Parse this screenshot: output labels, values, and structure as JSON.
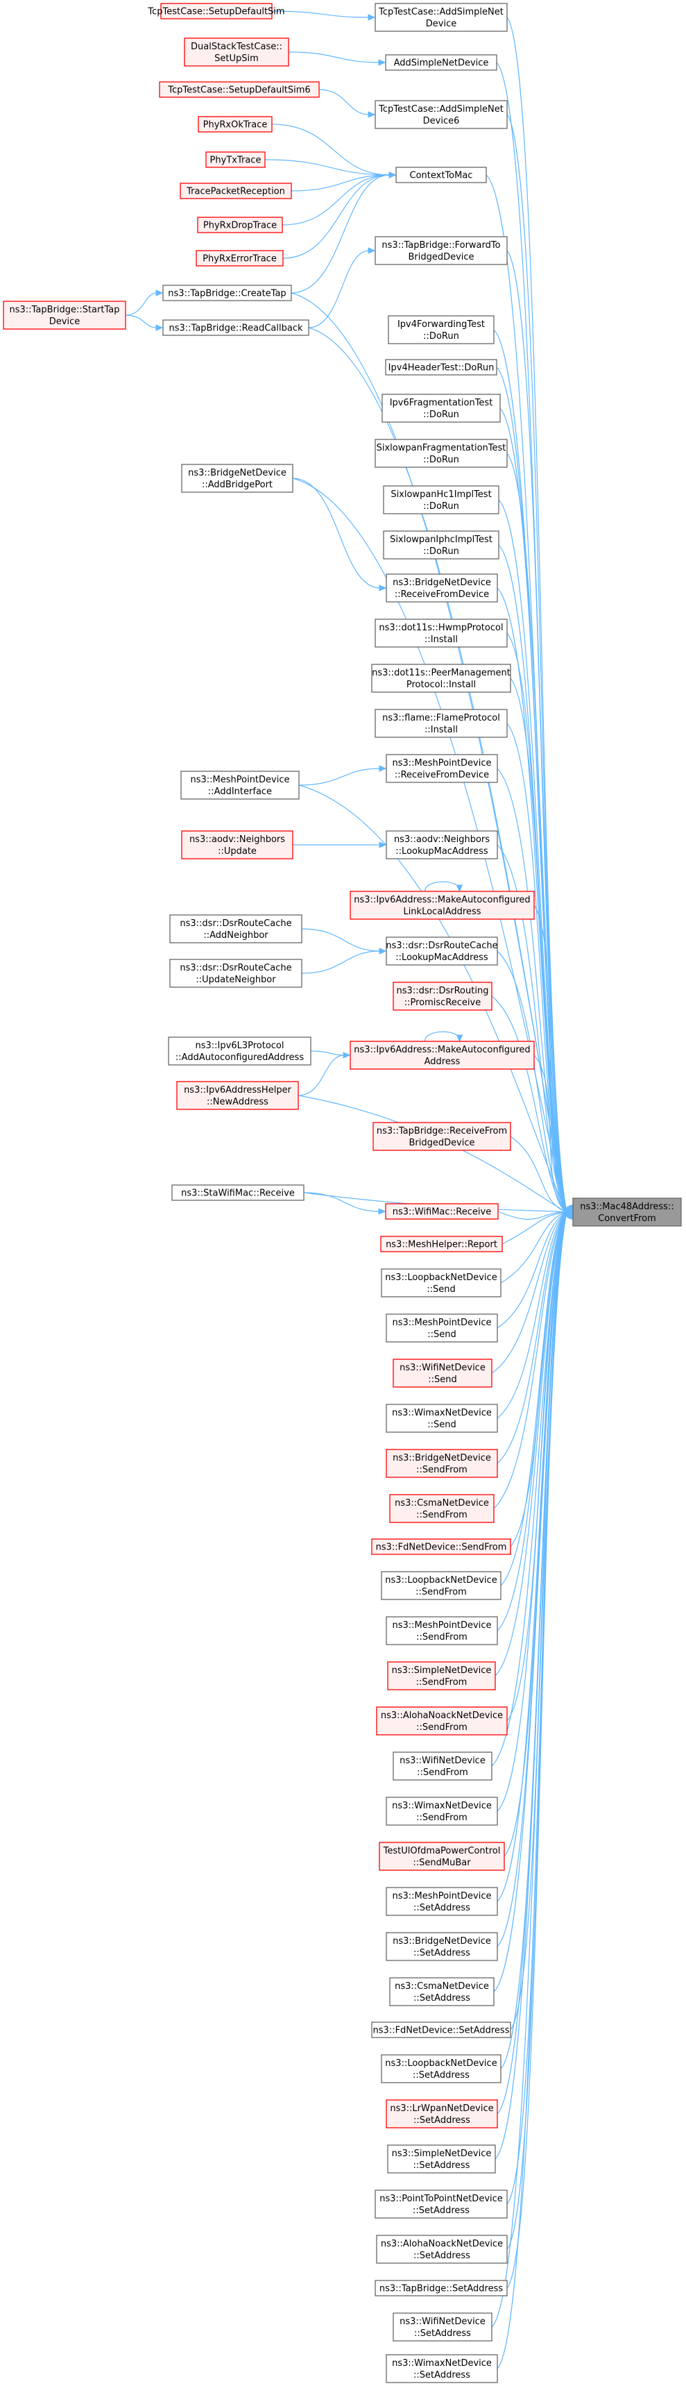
{
  "target": {
    "id": "mac48",
    "lines": [
      "ns3::Mac48Address::",
      "ConvertFrom"
    ],
    "style": "gray"
  },
  "nodes": [
    {
      "id": "n1",
      "lines": [
        "TcpTestCase::SetupDefaultSim"
      ],
      "style": "red"
    },
    {
      "id": "n2",
      "lines": [
        "TcpTestCase::AddSimpleNet",
        "Device"
      ],
      "style": "black"
    },
    {
      "id": "n3",
      "lines": [
        "DualStackTestCase::",
        "SetUpSim"
      ],
      "style": "red"
    },
    {
      "id": "n4",
      "lines": [
        "AddSimpleNetDevice"
      ],
      "style": "black"
    },
    {
      "id": "n5",
      "lines": [
        "TcpTestCase::SetupDefaultSim6"
      ],
      "style": "red"
    },
    {
      "id": "n6",
      "lines": [
        "TcpTestCase::AddSimpleNet",
        "Device6"
      ],
      "style": "black"
    },
    {
      "id": "n7",
      "lines": [
        "PhyRxOkTrace"
      ],
      "style": "red"
    },
    {
      "id": "n8",
      "lines": [
        "PhyTxTrace"
      ],
      "style": "red"
    },
    {
      "id": "n9",
      "lines": [
        "TracePacketReception"
      ],
      "style": "red"
    },
    {
      "id": "n10",
      "lines": [
        "PhyRxDropTrace"
      ],
      "style": "red"
    },
    {
      "id": "n11",
      "lines": [
        "PhyRxErrorTrace"
      ],
      "style": "red"
    },
    {
      "id": "n12",
      "lines": [
        "ContextToMac"
      ],
      "style": "black"
    },
    {
      "id": "n13",
      "lines": [
        "ns3::TapBridge::StartTap",
        "Device"
      ],
      "style": "red"
    },
    {
      "id": "n14",
      "lines": [
        "ns3::TapBridge::CreateTap"
      ],
      "style": "black"
    },
    {
      "id": "n15",
      "lines": [
        "ns3::TapBridge::ReadCallback"
      ],
      "style": "black"
    },
    {
      "id": "n16",
      "lines": [
        "ns3::TapBridge::ForwardTo",
        "BridgedDevice"
      ],
      "style": "black"
    },
    {
      "id": "n17",
      "lines": [
        "Ipv4ForwardingTest",
        "::DoRun"
      ],
      "style": "black"
    },
    {
      "id": "n18",
      "lines": [
        "Ipv4HeaderTest::DoRun"
      ],
      "style": "black"
    },
    {
      "id": "n19",
      "lines": [
        "Ipv6FragmentationTest",
        "::DoRun"
      ],
      "style": "black"
    },
    {
      "id": "n20",
      "lines": [
        "SixlowpanFragmentationTest",
        "::DoRun"
      ],
      "style": "black"
    },
    {
      "id": "n21",
      "lines": [
        "SixlowpanHc1ImplTest",
        "::DoRun"
      ],
      "style": "black"
    },
    {
      "id": "n22",
      "lines": [
        "SixlowpanIphcImplTest",
        "::DoRun"
      ],
      "style": "black"
    },
    {
      "id": "n23",
      "lines": [
        "ns3::BridgeNetDevice",
        "::AddBridgePort"
      ],
      "style": "black"
    },
    {
      "id": "n24",
      "lines": [
        "ns3::BridgeNetDevice",
        "::ReceiveFromDevice"
      ],
      "style": "black"
    },
    {
      "id": "n25",
      "lines": [
        "ns3::dot11s::HwmpProtocol",
        "::Install"
      ],
      "style": "black"
    },
    {
      "id": "n26",
      "lines": [
        "ns3::dot11s::PeerManagement",
        "Protocol::Install"
      ],
      "style": "black"
    },
    {
      "id": "n27",
      "lines": [
        "ns3::flame::FlameProtocol",
        "::Install"
      ],
      "style": "black"
    },
    {
      "id": "n28",
      "lines": [
        "ns3::MeshPointDevice",
        "::AddInterface"
      ],
      "style": "black"
    },
    {
      "id": "n29",
      "lines": [
        "ns3::MeshPointDevice",
        "::ReceiveFromDevice"
      ],
      "style": "black"
    },
    {
      "id": "n30",
      "lines": [
        "ns3::aodv::Neighbors",
        "::Update"
      ],
      "style": "red"
    },
    {
      "id": "n31",
      "lines": [
        "ns3::aodv::Neighbors",
        "::LookupMacAddress"
      ],
      "style": "black"
    },
    {
      "id": "n32",
      "lines": [
        "ns3::Ipv6Address::MakeAutoconfigured",
        "LinkLocalAddress"
      ],
      "style": "red"
    },
    {
      "id": "n33",
      "lines": [
        "ns3::dsr::DsrRouteCache",
        "::AddNeighbor"
      ],
      "style": "black"
    },
    {
      "id": "n34",
      "lines": [
        "ns3::dsr::DsrRouteCache",
        "::UpdateNeighbor"
      ],
      "style": "black"
    },
    {
      "id": "n35",
      "lines": [
        "ns3::dsr::DsrRouteCache",
        "::LookupMacAddress"
      ],
      "style": "black"
    },
    {
      "id": "n36",
      "lines": [
        "ns3::dsr::DsrRouting",
        "::PromiscReceive"
      ],
      "style": "red"
    },
    {
      "id": "n37",
      "lines": [
        "ns3::Ipv6L3Protocol",
        "::AddAutoconfiguredAddress"
      ],
      "style": "black"
    },
    {
      "id": "n38",
      "lines": [
        "ns3::Ipv6AddressHelper",
        "::NewAddress"
      ],
      "style": "red"
    },
    {
      "id": "n39",
      "lines": [
        "ns3::Ipv6Address::MakeAutoconfigured",
        "Address"
      ],
      "style": "red"
    },
    {
      "id": "n40",
      "lines": [
        "ns3::TapBridge::ReceiveFrom",
        "BridgedDevice"
      ],
      "style": "red"
    },
    {
      "id": "n41",
      "lines": [
        "ns3::StaWifiMac::Receive"
      ],
      "style": "black"
    },
    {
      "id": "n42",
      "lines": [
        "ns3::WifiMac::Receive"
      ],
      "style": "red"
    },
    {
      "id": "n43",
      "lines": [
        "ns3::MeshHelper::Report"
      ],
      "style": "red"
    },
    {
      "id": "n44",
      "lines": [
        "ns3::LoopbackNetDevice",
        "::Send"
      ],
      "style": "black"
    },
    {
      "id": "n45",
      "lines": [
        "ns3::MeshPointDevice",
        "::Send"
      ],
      "style": "black"
    },
    {
      "id": "n46",
      "lines": [
        "ns3::WifiNetDevice",
        "::Send"
      ],
      "style": "red"
    },
    {
      "id": "n47",
      "lines": [
        "ns3::WimaxNetDevice",
        "::Send"
      ],
      "style": "black"
    },
    {
      "id": "n48",
      "lines": [
        "ns3::BridgeNetDevice",
        "::SendFrom"
      ],
      "style": "red"
    },
    {
      "id": "n49",
      "lines": [
        "ns3::CsmaNetDevice",
        "::SendFrom"
      ],
      "style": "red"
    },
    {
      "id": "n50",
      "lines": [
        "ns3::FdNetDevice::SendFrom"
      ],
      "style": "red"
    },
    {
      "id": "n51",
      "lines": [
        "ns3::LoopbackNetDevice",
        "::SendFrom"
      ],
      "style": "black"
    },
    {
      "id": "n52",
      "lines": [
        "ns3::MeshPointDevice",
        "::SendFrom"
      ],
      "style": "black"
    },
    {
      "id": "n53",
      "lines": [
        "ns3::SimpleNetDevice",
        "::SendFrom"
      ],
      "style": "red"
    },
    {
      "id": "n54",
      "lines": [
        "ns3::AlohaNoackNetDevice",
        "::SendFrom"
      ],
      "style": "red"
    },
    {
      "id": "n55",
      "lines": [
        "ns3::WifiNetDevice",
        "::SendFrom"
      ],
      "style": "black"
    },
    {
      "id": "n56",
      "lines": [
        "ns3::WimaxNetDevice",
        "::SendFrom"
      ],
      "style": "black"
    },
    {
      "id": "n57",
      "lines": [
        "TestUlOfdmaPowerControl",
        "::SendMuBar"
      ],
      "style": "red"
    },
    {
      "id": "n58",
      "lines": [
        "ns3::MeshPointDevice",
        "::SetAddress"
      ],
      "style": "black"
    },
    {
      "id": "n59",
      "lines": [
        "ns3::BridgeNetDevice",
        "::SetAddress"
      ],
      "style": "black"
    },
    {
      "id": "n60",
      "lines": [
        "ns3::CsmaNetDevice",
        "::SetAddress"
      ],
      "style": "black"
    },
    {
      "id": "n61",
      "lines": [
        "ns3::FdNetDevice::SetAddress"
      ],
      "style": "black"
    },
    {
      "id": "n62",
      "lines": [
        "ns3::LoopbackNetDevice",
        "::SetAddress"
      ],
      "style": "black"
    },
    {
      "id": "n63",
      "lines": [
        "ns3::LrWpanNetDevice",
        "::SetAddress"
      ],
      "style": "red"
    },
    {
      "id": "n64",
      "lines": [
        "ns3::SimpleNetDevice",
        "::SetAddress"
      ],
      "style": "black"
    },
    {
      "id": "n65",
      "lines": [
        "ns3::PointToPointNetDevice",
        "::SetAddress"
      ],
      "style": "black"
    },
    {
      "id": "n66",
      "lines": [
        "ns3::AlohaNoackNetDevice",
        "::SetAddress"
      ],
      "style": "black"
    },
    {
      "id": "n67",
      "lines": [
        "ns3::TapBridge::SetAddress"
      ],
      "style": "black"
    },
    {
      "id": "n68",
      "lines": [
        "ns3::WifiNetDevice",
        "::SetAddress"
      ],
      "style": "black"
    },
    {
      "id": "n69",
      "lines": [
        "ns3::WimaxNetDevice",
        "::SetAddress"
      ],
      "style": "black"
    }
  ],
  "edges": [
    [
      "n1",
      "n2"
    ],
    [
      "n3",
      "n4"
    ],
    [
      "n5",
      "n6"
    ],
    [
      "n7",
      "n12"
    ],
    [
      "n8",
      "n12"
    ],
    [
      "n9",
      "n12"
    ],
    [
      "n10",
      "n12"
    ],
    [
      "n11",
      "n12"
    ],
    [
      "n13",
      "n14"
    ],
    [
      "n13",
      "n15"
    ],
    [
      "n15",
      "n16"
    ],
    [
      "n14",
      "n12"
    ],
    [
      "n23",
      "n24"
    ],
    [
      "n28",
      "n29"
    ],
    [
      "n30",
      "n31"
    ],
    [
      "n32",
      "n32"
    ],
    [
      "n33",
      "n35"
    ],
    [
      "n34",
      "n35"
    ],
    [
      "n37",
      "n39"
    ],
    [
      "n38",
      "n39"
    ],
    [
      "n39",
      "n39"
    ],
    [
      "n41",
      "n42"
    ],
    [
      "n2",
      "mac48"
    ],
    [
      "n4",
      "mac48"
    ],
    [
      "n6",
      "mac48"
    ],
    [
      "n12",
      "mac48"
    ],
    [
      "n14",
      "mac48"
    ],
    [
      "n15",
      "mac48"
    ],
    [
      "n16",
      "mac48"
    ],
    [
      "n17",
      "mac48"
    ],
    [
      "n18",
      "mac48"
    ],
    [
      "n19",
      "mac48"
    ],
    [
      "n20",
      "mac48"
    ],
    [
      "n21",
      "mac48"
    ],
    [
      "n22",
      "mac48"
    ],
    [
      "n23",
      "mac48"
    ],
    [
      "n24",
      "mac48"
    ],
    [
      "n25",
      "mac48"
    ],
    [
      "n26",
      "mac48"
    ],
    [
      "n27",
      "mac48"
    ],
    [
      "n28",
      "mac48"
    ],
    [
      "n29",
      "mac48"
    ],
    [
      "n31",
      "mac48"
    ],
    [
      "n32",
      "mac48"
    ],
    [
      "n35",
      "mac48"
    ],
    [
      "n36",
      "mac48"
    ],
    [
      "n38",
      "mac48"
    ],
    [
      "n39",
      "mac48"
    ],
    [
      "n40",
      "mac48"
    ],
    [
      "n41",
      "mac48"
    ],
    [
      "n42",
      "mac48"
    ],
    [
      "n43",
      "mac48"
    ],
    [
      "n44",
      "mac48"
    ],
    [
      "n45",
      "mac48"
    ],
    [
      "n46",
      "mac48"
    ],
    [
      "n47",
      "mac48"
    ],
    [
      "n48",
      "mac48"
    ],
    [
      "n49",
      "mac48"
    ],
    [
      "n50",
      "mac48"
    ],
    [
      "n51",
      "mac48"
    ],
    [
      "n52",
      "mac48"
    ],
    [
      "n53",
      "mac48"
    ],
    [
      "n54",
      "mac48"
    ],
    [
      "n55",
      "mac48"
    ],
    [
      "n56",
      "mac48"
    ],
    [
      "n57",
      "mac48"
    ],
    [
      "n58",
      "mac48"
    ],
    [
      "n59",
      "mac48"
    ],
    [
      "n60",
      "mac48"
    ],
    [
      "n61",
      "mac48"
    ],
    [
      "n62",
      "mac48"
    ],
    [
      "n63",
      "mac48"
    ],
    [
      "n64",
      "mac48"
    ],
    [
      "n65",
      "mac48"
    ],
    [
      "n66",
      "mac48"
    ],
    [
      "n67",
      "mac48"
    ],
    [
      "n68",
      "mac48"
    ],
    [
      "n69",
      "mac48"
    ]
  ]
}
